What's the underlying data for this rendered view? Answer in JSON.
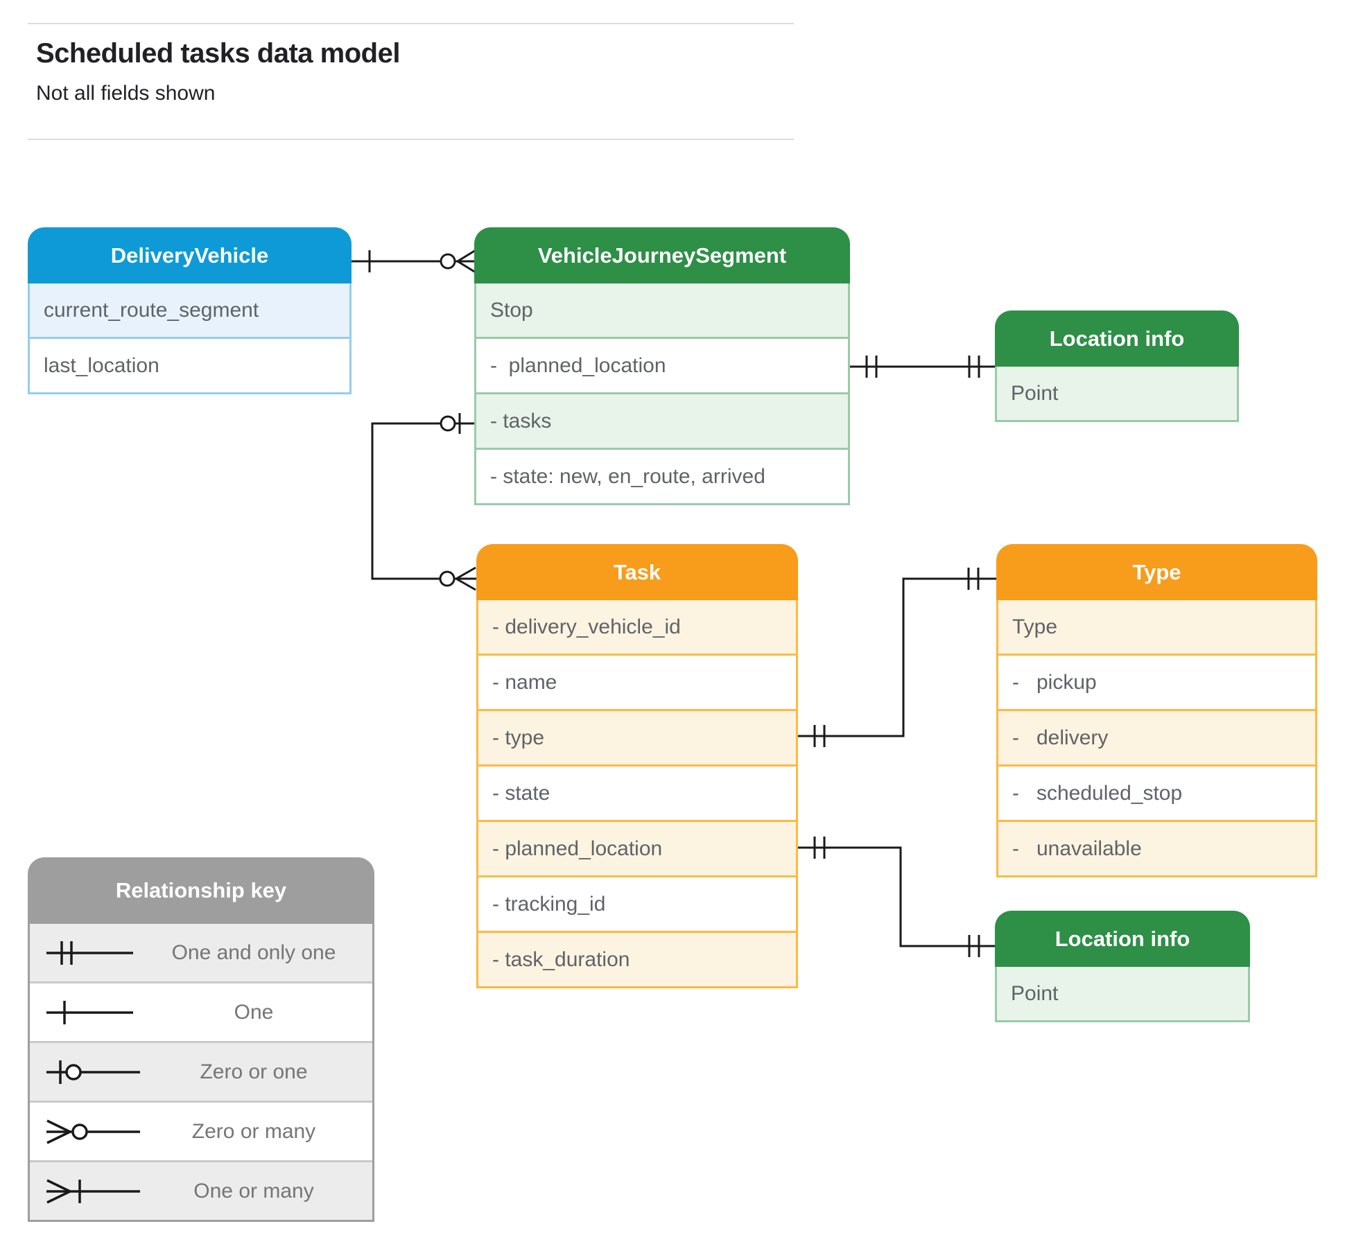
{
  "page": {
    "title": "Scheduled tasks data model",
    "subtitle": "Not all fields shown"
  },
  "colors": {
    "blue_header": "#0e9ad7",
    "blue_row": "#e8f2fc",
    "blue_border": "#94cdee",
    "green_header": "#2e8f47",
    "green_row": "#e8f3ea",
    "green_border": "#9acaa8",
    "orange_header": "#f89c1b",
    "orange_row": "#fdf3e1",
    "orange_border": "#fbba43",
    "gray_header": "#9e9e9e",
    "gray_row": "#ececec",
    "connector_line": "#1a1a1a",
    "field_text": "#5f6368",
    "legend_text": "#757575",
    "title_text": "#202124"
  },
  "entities": {
    "delivery_vehicle": {
      "title": "DeliveryVehicle",
      "rows": [
        {
          "label": "current_route_segment"
        },
        {
          "label": "last_location"
        }
      ]
    },
    "vehicle_journey_segment": {
      "title": "VehicleJourneySegment",
      "rows": [
        {
          "label": "Stop"
        },
        {
          "label": "-  planned_location"
        },
        {
          "label": "- tasks"
        },
        {
          "label": "- state: new, en_route, arrived"
        }
      ]
    },
    "location_info_top": {
      "title": "Location info",
      "rows": [
        {
          "label": "Point"
        }
      ]
    },
    "task": {
      "title": "Task",
      "rows": [
        {
          "label": "- delivery_vehicle_id"
        },
        {
          "label": "- name"
        },
        {
          "label": "- type"
        },
        {
          "label": "- state"
        },
        {
          "label": "- planned_location"
        },
        {
          "label": "- tracking_id"
        },
        {
          "label": "- task_duration"
        }
      ]
    },
    "type": {
      "title": "Type",
      "rows": [
        {
          "label": "Type"
        },
        {
          "label": "-   pickup"
        },
        {
          "label": "-   delivery"
        },
        {
          "label": "-   scheduled_stop"
        },
        {
          "label": "-   unavailable"
        }
      ]
    },
    "location_info_bottom": {
      "title": "Location info",
      "rows": [
        {
          "label": "Point"
        }
      ]
    }
  },
  "legend": {
    "title": "Relationship key",
    "items": [
      {
        "symbol": "one-and-only-one",
        "label": "One and only one"
      },
      {
        "symbol": "one",
        "label": "One"
      },
      {
        "symbol": "zero-or-one",
        "label": "Zero or one"
      },
      {
        "symbol": "zero-or-many",
        "label": "Zero or many"
      },
      {
        "symbol": "one-or-many",
        "label": "One or many"
      }
    ]
  }
}
